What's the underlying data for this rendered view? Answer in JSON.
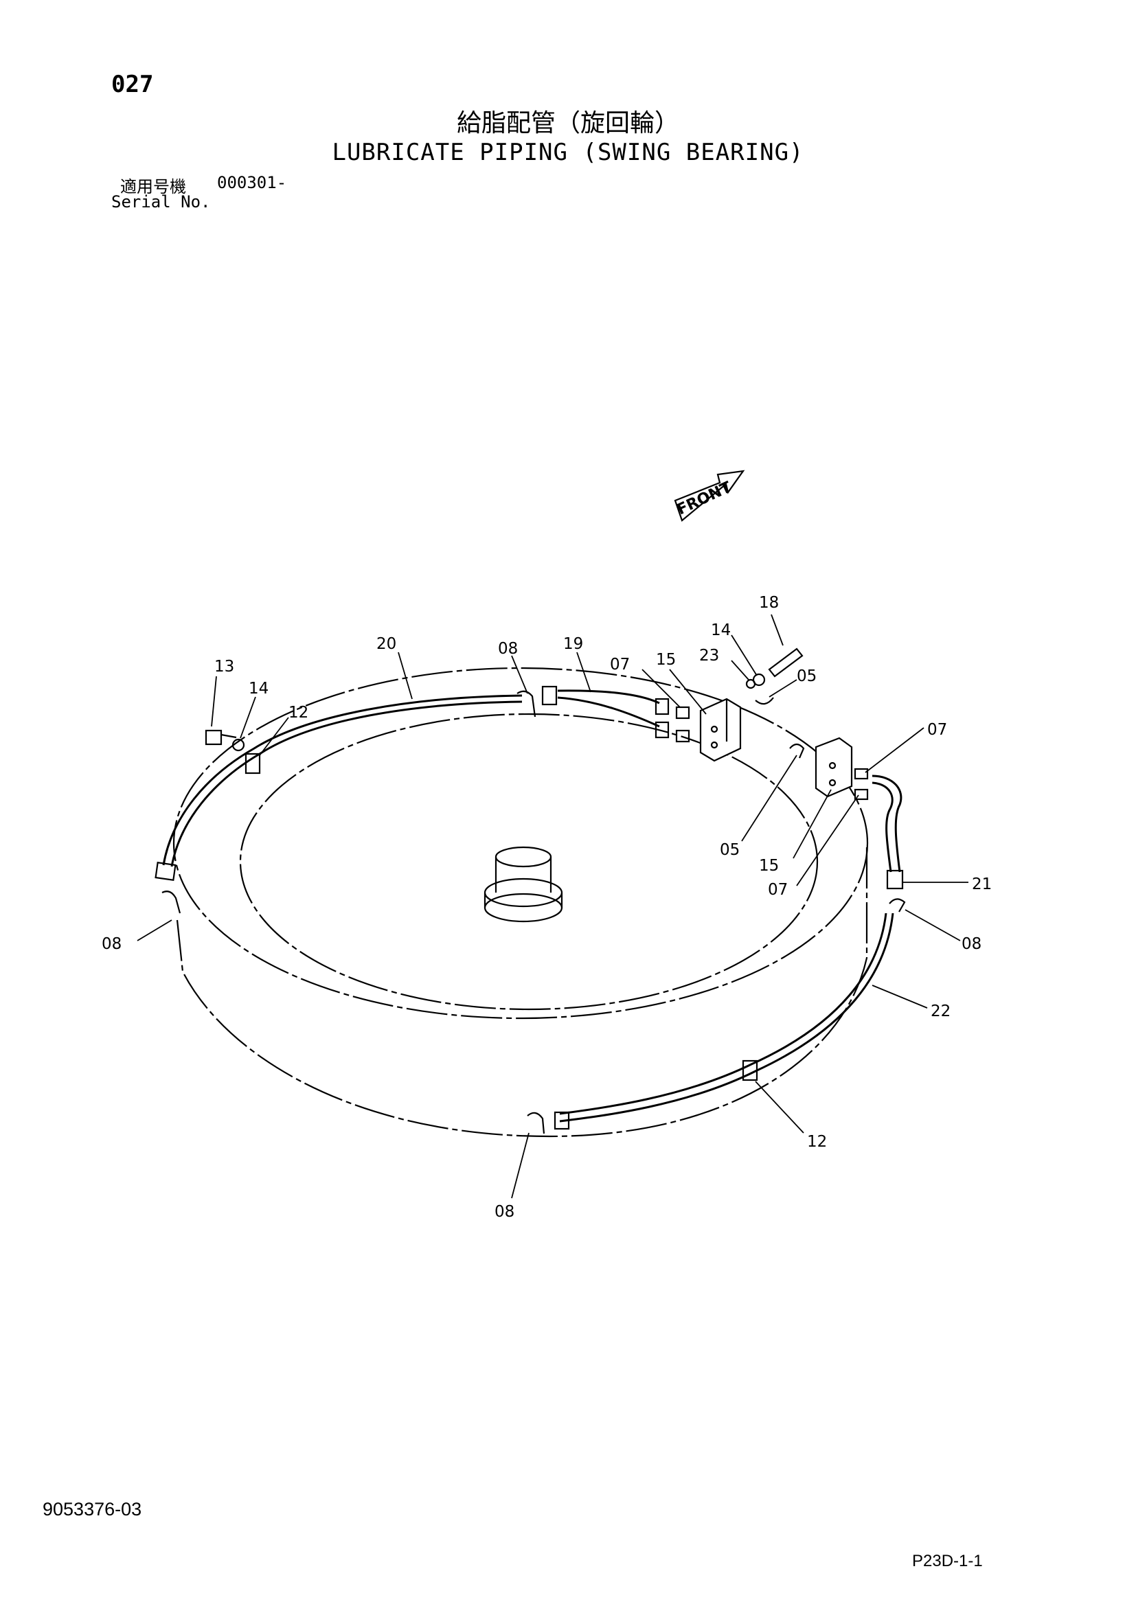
{
  "header": {
    "page_number": "027",
    "title_jp": "給脂配管（旋回輪）",
    "title_en": "LUBRICATE PIPING (SWING BEARING)",
    "serial_label_jp": "適用号機",
    "serial_value": "000301-",
    "serial_label_en": "Serial No."
  },
  "diagram": {
    "front_label": "FRONT",
    "part_labels": [
      "13",
      "14",
      "12",
      "20",
      "08",
      "19",
      "07",
      "15",
      "23",
      "14",
      "18",
      "05",
      "07",
      "05",
      "15",
      "07",
      "21",
      "08",
      "22",
      "12",
      "08",
      "08"
    ]
  },
  "footer": {
    "doc_number": "9053376-03",
    "page_ref": "P23D-1-1"
  }
}
